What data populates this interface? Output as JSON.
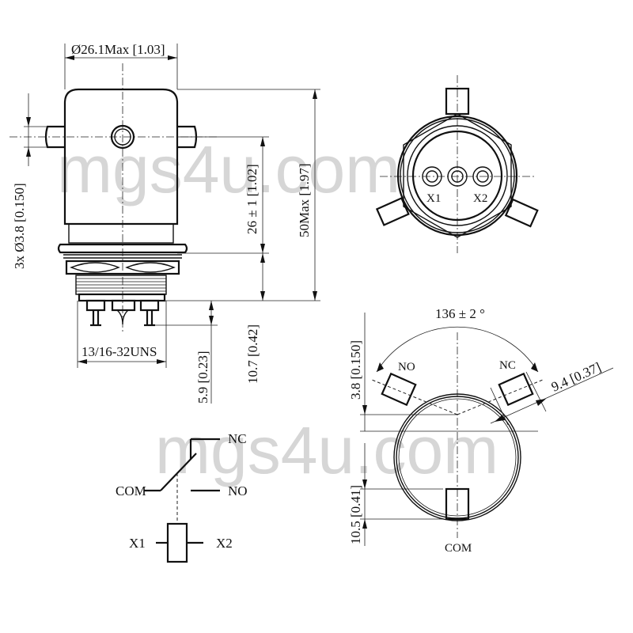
{
  "watermark": {
    "top": "mgs4u.com",
    "bottom": "mgs4u.com",
    "color": "#cfcfcf"
  },
  "side_view": {
    "diameter_label": "Ø26.1Max [1.03]",
    "pin_label": "3x Ø3.8 [0.150]",
    "body_height_label": "26 ± 1 [1.02]",
    "overall_height_label": "50Max [1.97]",
    "thread_label": "13/16-32UNS",
    "terminal_length_label": "5.9 [0.23]",
    "thread_length_label": "10.7 [0.42]"
  },
  "bottom_view": {
    "terminals": [
      "X1",
      "X2"
    ]
  },
  "top_view": {
    "angle_label": "136 ± 2 °",
    "pin_labels": {
      "left": "NO",
      "right": "NC",
      "bottom": "COM"
    },
    "pin_offset_label": "3.8 [0.150]",
    "pin_width_label": "9.4 [0.37]",
    "bottom_offset_label": "10.5 [0.41]"
  },
  "schematic": {
    "com": "COM",
    "nc": "NC",
    "no": "NO",
    "coil_left": "X1",
    "coil_right": "X2"
  },
  "colors": {
    "line": "#111111",
    "background": "#ffffff"
  }
}
